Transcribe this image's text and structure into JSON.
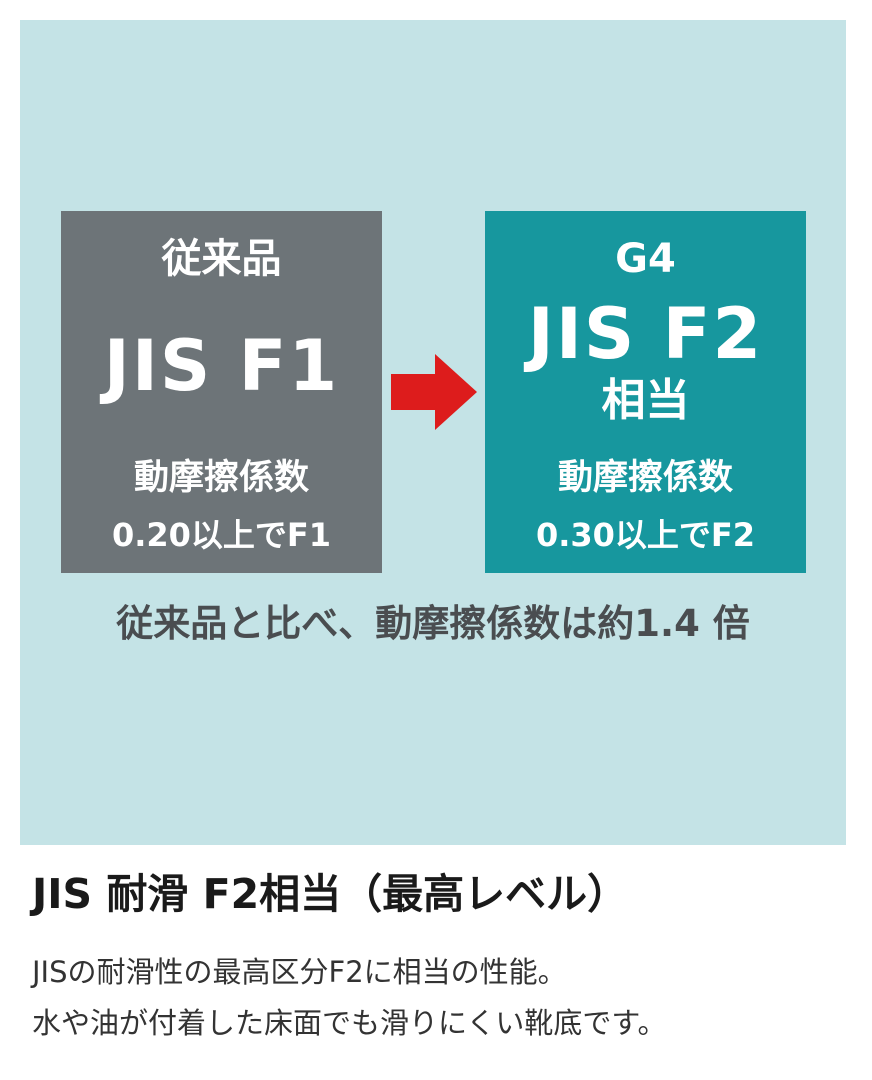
{
  "comparison": {
    "conventional": {
      "label": "従来品",
      "grade": "JIS F1",
      "coef_label": "動摩擦係数",
      "threshold": "0.20以上でF1",
      "color": "#6d7478"
    },
    "new": {
      "label": "G4",
      "grade": "JIS F2",
      "equiv": "相当",
      "coef_label": "動摩擦係数",
      "threshold": "0.30以上でF2",
      "color": "#17979e"
    },
    "arrow_color": "#dd1c1c",
    "arrow_icon": "arrow-right-icon",
    "summary": "従来品と比べ、動摩擦係数は約1.4 倍",
    "background_color": "#c4e3e6"
  },
  "feature": {
    "heading": "JIS 耐滑 F2相当（最高レベル）",
    "desc_line1": "JISの耐滑性の最高区分F2に相当の性能。",
    "desc_line2": "水や油が付着した床面でも滑りにくい靴底です。"
  }
}
